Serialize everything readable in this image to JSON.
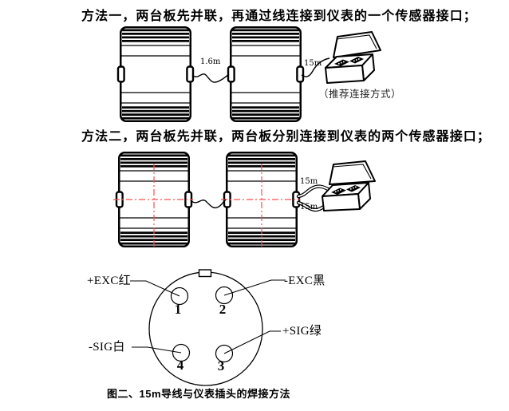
{
  "method1": {
    "heading": "方法一，两台板先并联，再通过线连接到仪表的一个传感器接口；",
    "wire_label_between": "1.6m",
    "wire_label_instrument": "15m",
    "note": "（推荐连接方式）"
  },
  "method2": {
    "heading": "方法二，两台板先并联，两台板分别连接到仪表的两个传感器接口；",
    "wire_label_top": "15m",
    "wire_label_bottom": "15m"
  },
  "connector": {
    "pins": [
      {
        "number": "1",
        "label": "+EXC红"
      },
      {
        "number": "2",
        "label": "-EXC黑"
      },
      {
        "number": "3",
        "label": "+SIG绿"
      },
      {
        "number": "4",
        "label": "-SIG白"
      }
    ],
    "caption": "图二、15m导线与仪表插头的焊接方法"
  },
  "colors": {
    "ink": "#000000",
    "centerline-red": "#ff4d4d",
    "note-gray": "#222222",
    "background": "#ffffff"
  }
}
